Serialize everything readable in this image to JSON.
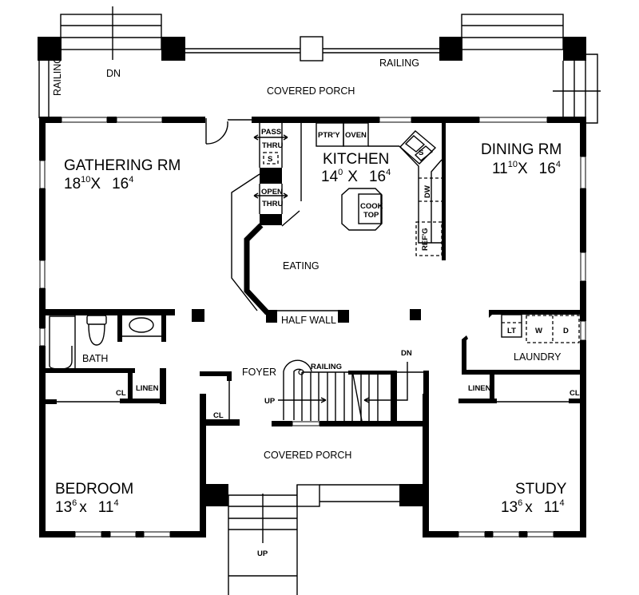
{
  "plan": {
    "rooms": {
      "gathering": {
        "name": "GATHERING RM",
        "w": "18",
        "w_in": "10",
        "x": "X",
        "d": "16",
        "d_in": "4"
      },
      "kitchen": {
        "name": "KITCHEN",
        "w": "14",
        "w_in": "0",
        "x": "X",
        "d": "16",
        "d_in": "4"
      },
      "dining": {
        "name": "DINING RM",
        "w": "11",
        "w_in": "10",
        "x": "X",
        "d": "16",
        "d_in": "4"
      },
      "bedroom": {
        "name": "BEDROOM",
        "w": "13",
        "w_in": "6",
        "x": "x",
        "d": "11",
        "d_in": "4"
      },
      "study": {
        "name": "STUDY",
        "w": "13",
        "w_in": "6",
        "x": "x",
        "d": "11",
        "d_in": "4"
      },
      "bath": {
        "name": "BATH"
      },
      "laundry": {
        "name": "LAUNDRY"
      },
      "foyer": {
        "name": "FOYER"
      },
      "eating": {
        "name": "EATING"
      },
      "covered_porch_top": {
        "name": "COVERED PORCH"
      },
      "covered_porch_bottom": {
        "name": "COVERED PORCH"
      }
    },
    "labels": {
      "dn_top": "DN",
      "railing_left": "RAILING",
      "railing_top": "RAILING",
      "railing_stair": "RAILING",
      "pass": "PASS",
      "thru1": "THRU",
      "s1": "S",
      "open": "OPEN",
      "thru2": "THRU",
      "ptry": "PTR'Y",
      "oven": "OVEN",
      "sink": "S",
      "cook": "COOK",
      "top": "TOP",
      "dw": "DW",
      "refg": "REF'G",
      "half_wall": "HALF WALL",
      "cl_bed": "CL",
      "linen_left": "LINEN",
      "cl_foyer": "CL",
      "up_stair": "UP",
      "dn_stair": "DN",
      "lt": "LT",
      "w": "W",
      "d": "D",
      "linen_right": "LINEN",
      "cl_study": "CL",
      "up_front": "UP"
    }
  }
}
